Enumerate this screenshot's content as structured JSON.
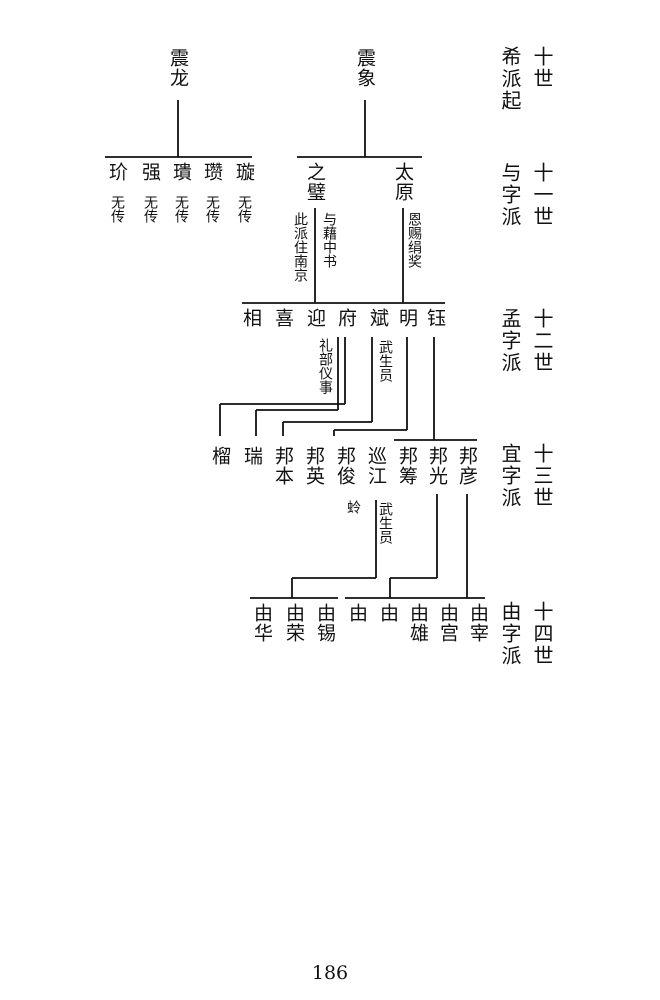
{
  "generations": [
    {
      "label_a": "十世",
      "label_b": "希派起"
    },
    {
      "label_a": "十一世",
      "label_b": "与字派"
    },
    {
      "label_a": "十二世",
      "label_b": "孟字派"
    },
    {
      "label_a": "十三世",
      "label_b": "宜字派"
    },
    {
      "label_a": "十四世",
      "label_b": "由字派"
    }
  ],
  "gen10": {
    "zhenlong": "震龙",
    "zhenxiang": "震象"
  },
  "gen11": {
    "jie": "玠",
    "qiang": "强",
    "kui": "璝",
    "zan": "瓒",
    "xuan": "璇",
    "no_heir": "无传",
    "zhibi": "之璧",
    "taiyuan": "太原",
    "note_zhibi_a": "与藉中书",
    "note_zhibi_b": "此派住南京",
    "note_taiyuan": "恩赐绢奖"
  },
  "gen12": {
    "xiang": "相",
    "xi": "喜",
    "ying": "迎",
    "fu": "府",
    "bin": "斌",
    "ming": "明",
    "yu": "钰",
    "note_fu": "礼部仪事",
    "note_bin": "武生员"
  },
  "gen13": {
    "liu": "榴",
    "rui": "瑞",
    "bangben": "邦本",
    "bangying": "邦英",
    "bangjun": "邦俊",
    "xunjiang": "巡江",
    "bangchou": "邦筹",
    "bangguang": "邦光",
    "bangyan": "邦彦",
    "note_bangjun": "蛉",
    "note_xunjiang": "武生员"
  },
  "gen14": {
    "youhua": "由华",
    "yourong": "由荣",
    "youxi": "由锡",
    "you1": "由",
    "you2": "由",
    "youxiong": "由雄",
    "yougong": "由宫",
    "youxin": "由宰"
  },
  "page_number": "186"
}
